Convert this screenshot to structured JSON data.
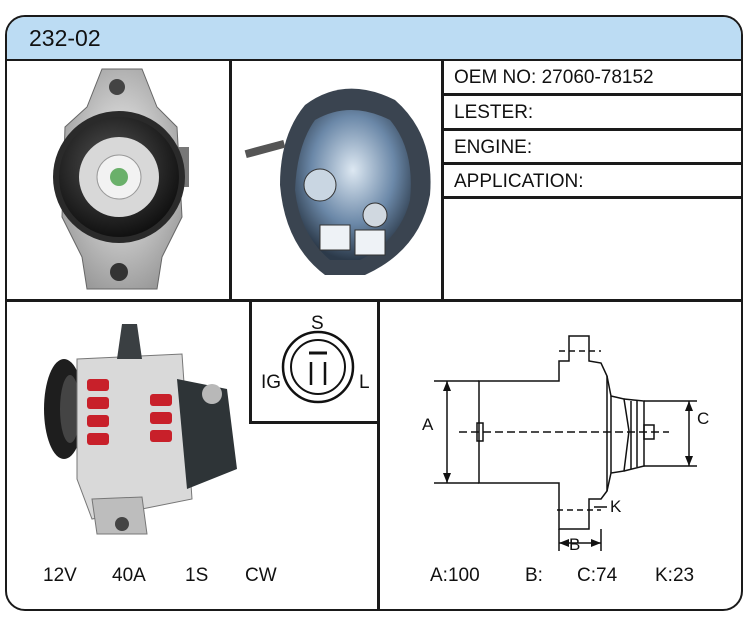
{
  "part_number": "232-02",
  "info": {
    "oem": "OEM NO: 27060-78152",
    "lester": "LESTER:",
    "engine": "ENGINE:",
    "application": "APPLICATION:"
  },
  "connector": {
    "s": "S",
    "ig": "IG",
    "l": "L"
  },
  "specs": {
    "voltage": "12V",
    "amperage": "40A",
    "terminal": "1S",
    "rotation": "CW"
  },
  "dims": {
    "label_a": "A",
    "label_b": "B",
    "label_c": "C",
    "label_k": "K",
    "a": "A:100",
    "b": "B:",
    "c": "C:74",
    "k": "K:23"
  },
  "colors": {
    "header": "#bcdcf3",
    "border": "#1a1a1a",
    "accent_red": "#c8202a"
  }
}
